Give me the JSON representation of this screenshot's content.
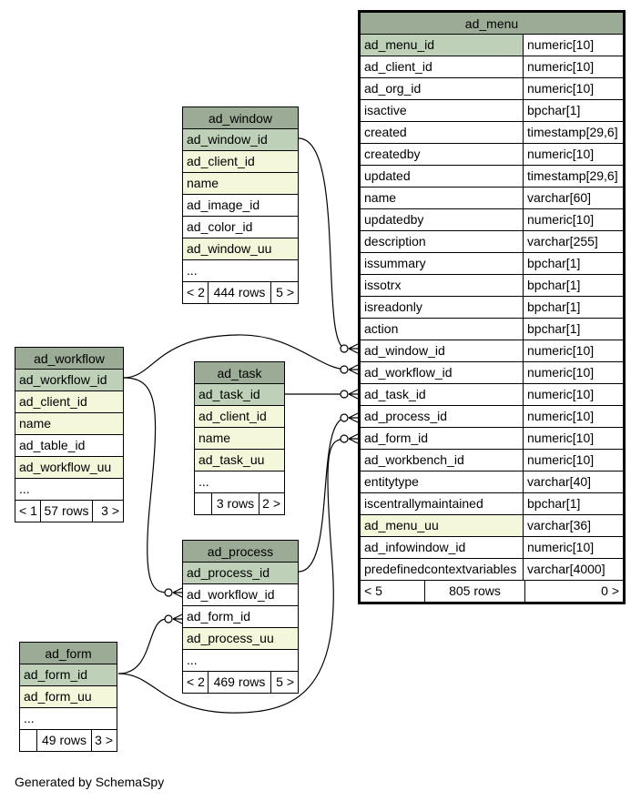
{
  "tables": {
    "ad_menu": {
      "name": "ad_menu",
      "columns": [
        {
          "name": "ad_menu_id",
          "type": "numeric[10]",
          "kind": "pk"
        },
        {
          "name": "ad_client_id",
          "type": "numeric[10]",
          "kind": ""
        },
        {
          "name": "ad_org_id",
          "type": "numeric[10]",
          "kind": ""
        },
        {
          "name": "isactive",
          "type": "bpchar[1]",
          "kind": ""
        },
        {
          "name": "created",
          "type": "timestamp[29,6]",
          "kind": ""
        },
        {
          "name": "createdby",
          "type": "numeric[10]",
          "kind": ""
        },
        {
          "name": "updated",
          "type": "timestamp[29,6]",
          "kind": ""
        },
        {
          "name": "name",
          "type": "varchar[60]",
          "kind": ""
        },
        {
          "name": "updatedby",
          "type": "numeric[10]",
          "kind": ""
        },
        {
          "name": "description",
          "type": "varchar[255]",
          "kind": ""
        },
        {
          "name": "issummary",
          "type": "bpchar[1]",
          "kind": ""
        },
        {
          "name": "issotrx",
          "type": "bpchar[1]",
          "kind": ""
        },
        {
          "name": "isreadonly",
          "type": "bpchar[1]",
          "kind": ""
        },
        {
          "name": "action",
          "type": "bpchar[1]",
          "kind": ""
        },
        {
          "name": "ad_window_id",
          "type": "numeric[10]",
          "kind": ""
        },
        {
          "name": "ad_workflow_id",
          "type": "numeric[10]",
          "kind": ""
        },
        {
          "name": "ad_task_id",
          "type": "numeric[10]",
          "kind": ""
        },
        {
          "name": "ad_process_id",
          "type": "numeric[10]",
          "kind": ""
        },
        {
          "name": "ad_form_id",
          "type": "numeric[10]",
          "kind": ""
        },
        {
          "name": "ad_workbench_id",
          "type": "numeric[10]",
          "kind": ""
        },
        {
          "name": "entitytype",
          "type": "varchar[40]",
          "kind": ""
        },
        {
          "name": "iscentrallymaintained",
          "type": "bpchar[1]",
          "kind": ""
        },
        {
          "name": "ad_menu_uu",
          "type": "varchar[36]",
          "kind": "ix"
        },
        {
          "name": "ad_infowindow_id",
          "type": "numeric[10]",
          "kind": ""
        },
        {
          "name": "predefinedcontextvariables",
          "type": "varchar[4000]",
          "kind": ""
        }
      ],
      "footer": [
        "< 5",
        "805 rows",
        "0 >"
      ]
    },
    "ad_window": {
      "name": "ad_window",
      "columns": [
        {
          "name": "ad_window_id",
          "kind": "pk"
        },
        {
          "name": "ad_client_id",
          "kind": "ix"
        },
        {
          "name": "name",
          "kind": "ix"
        },
        {
          "name": "ad_image_id",
          "kind": ""
        },
        {
          "name": "ad_color_id",
          "kind": ""
        },
        {
          "name": "ad_window_uu",
          "kind": "ix"
        },
        {
          "name": "...",
          "kind": ""
        }
      ],
      "footer": [
        "< 2",
        "444 rows",
        "5 >"
      ]
    },
    "ad_workflow": {
      "name": "ad_workflow",
      "columns": [
        {
          "name": "ad_workflow_id",
          "kind": "pk"
        },
        {
          "name": "ad_client_id",
          "kind": "ix"
        },
        {
          "name": "name",
          "kind": "ix"
        },
        {
          "name": "ad_table_id",
          "kind": ""
        },
        {
          "name": "ad_workflow_uu",
          "kind": "ix"
        },
        {
          "name": "...",
          "kind": ""
        }
      ],
      "footer": [
        "< 1",
        "57 rows",
        "3 >"
      ]
    },
    "ad_task": {
      "name": "ad_task",
      "columns": [
        {
          "name": "ad_task_id",
          "kind": "pk"
        },
        {
          "name": "ad_client_id",
          "kind": "ix"
        },
        {
          "name": "name",
          "kind": "ix"
        },
        {
          "name": "ad_task_uu",
          "kind": "ix"
        },
        {
          "name": "...",
          "kind": ""
        }
      ],
      "footer": [
        "",
        "3 rows",
        "2 >"
      ]
    },
    "ad_process": {
      "name": "ad_process",
      "columns": [
        {
          "name": "ad_process_id",
          "kind": "pk"
        },
        {
          "name": "ad_workflow_id",
          "kind": ""
        },
        {
          "name": "ad_form_id",
          "kind": ""
        },
        {
          "name": "ad_process_uu",
          "kind": "ix"
        },
        {
          "name": "...",
          "kind": ""
        }
      ],
      "footer": [
        "< 2",
        "469 rows",
        "5 >"
      ]
    },
    "ad_form": {
      "name": "ad_form",
      "columns": [
        {
          "name": "ad_form_id",
          "kind": "pk"
        },
        {
          "name": "ad_form_uu",
          "kind": "ix"
        },
        {
          "name": "...",
          "kind": ""
        }
      ],
      "footer": [
        "",
        "49 rows",
        "3 >"
      ]
    }
  },
  "caption": "Generated by SchemaSpy",
  "colors": {
    "header": "#9bab96",
    "primary_key": "#bed1b8",
    "indexed": "#f4f7da",
    "line": "#000000"
  }
}
